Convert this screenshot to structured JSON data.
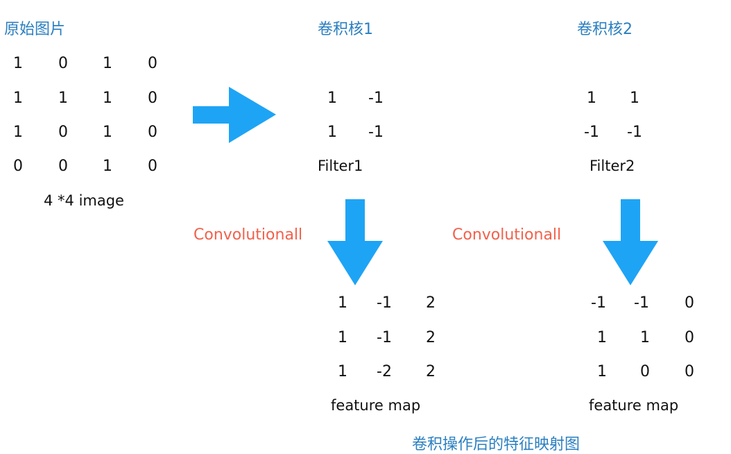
{
  "titles": {
    "original": "原始图片",
    "kernel1": "卷积核1",
    "kernel2": "卷积核2"
  },
  "image_matrix": [
    [
      "1",
      "0",
      "1",
      "0"
    ],
    [
      "1",
      "1",
      "1",
      "0"
    ],
    [
      "1",
      "0",
      "1",
      "0"
    ],
    [
      "0",
      "0",
      "1",
      "0"
    ]
  ],
  "image_label": "4 *4 image",
  "filter1": {
    "matrix": [
      [
        "1",
        "-1"
      ],
      [
        "1",
        "-1"
      ]
    ],
    "label": "Filter1"
  },
  "filter2": {
    "matrix": [
      [
        "1",
        "1"
      ],
      [
        "-1",
        "-1"
      ]
    ],
    "label": "Filter2"
  },
  "conv_labels": [
    "Convolutionall",
    "Convolutionall"
  ],
  "feature_map1": {
    "matrix": [
      [
        "1",
        "-1",
        "2"
      ],
      [
        "1",
        "-1",
        "2"
      ],
      [
        "1",
        "-2",
        "2"
      ]
    ],
    "label": "feature map"
  },
  "feature_map2": {
    "matrix": [
      [
        "-1",
        "-1",
        "0"
      ],
      [
        "1",
        "1",
        "0"
      ],
      [
        "1",
        "0",
        "0"
      ]
    ],
    "label": "feature map"
  },
  "caption": "卷积操作后的特征映射图",
  "colors": {
    "arrow": "#1ea4f5",
    "title": "#2a7fc0",
    "conv_label": "#f2604a"
  },
  "icons": {
    "right_arrow": "arrow-right-icon",
    "down_arrow": "arrow-down-icon"
  }
}
